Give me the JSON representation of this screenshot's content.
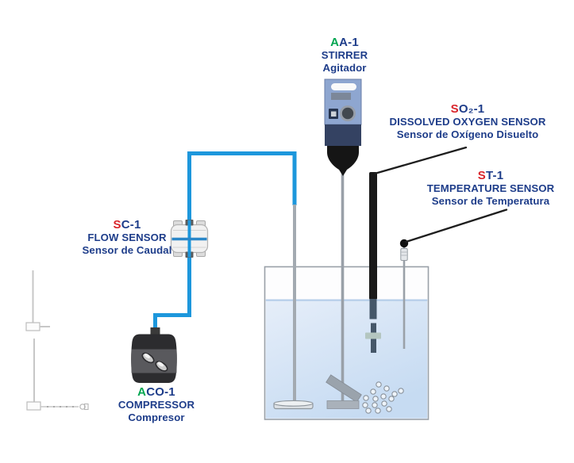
{
  "labels": {
    "stirrer": {
      "code_prefix": "A",
      "code_rest": "A-1",
      "name": "STIRRER",
      "localized": "Agitador"
    },
    "dissolved_oxygen": {
      "code_prefix": "S",
      "code_rest": "O₂-1",
      "name": "DISSOLVED OXYGEN SENSOR",
      "localized": "Sensor de Oxígeno Disuelto"
    },
    "temperature": {
      "code_prefix": "S",
      "code_rest": "T-1",
      "name": "TEMPERATURE SENSOR",
      "localized": "Sensor de Temperatura"
    },
    "flow": {
      "code_prefix": "S",
      "code_rest": "C-1",
      "name": "FLOW SENSOR",
      "localized": "Sensor de Caudal"
    },
    "compressor": {
      "code_prefix": "A",
      "code_rest": "CO-1",
      "name": "COMPRESSOR",
      "localized": "Compresor"
    }
  },
  "colors": {
    "label_text": "#1e3d8a",
    "prefix_red": "#d9252b",
    "prefix_green": "#00a550",
    "tube_blue": "#1d97dc",
    "water_light": "#e4edf8",
    "water_dark": "#c6dbf2"
  }
}
